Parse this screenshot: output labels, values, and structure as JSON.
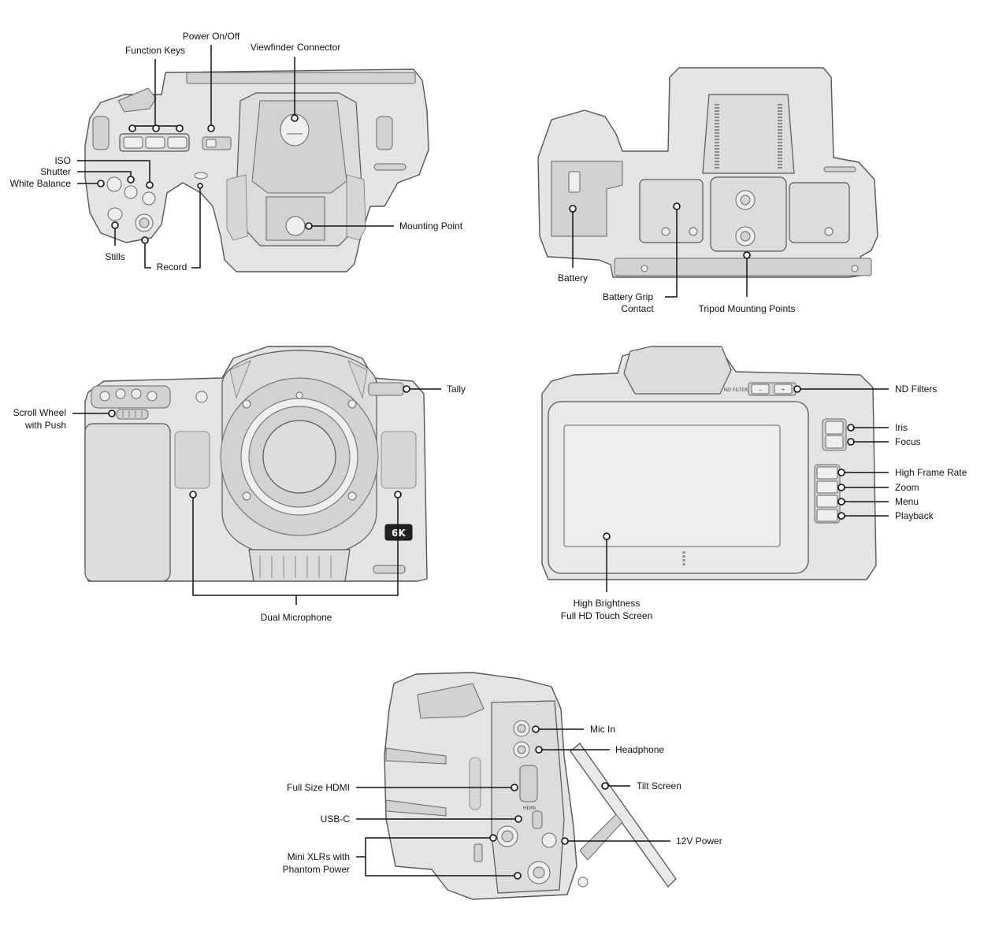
{
  "top_view": {
    "labels": {
      "power": "Power On/Off",
      "function_keys": "Function Keys",
      "viewfinder": "Viewfinder Connector",
      "iso": "ISO",
      "shutter": "Shutter",
      "white_balance": "White Balance",
      "mounting_point": "Mounting Point",
      "stills": "Stills",
      "record": "Record"
    }
  },
  "bottom_view": {
    "labels": {
      "battery": "Battery",
      "grip_contact_1": "Battery Grip",
      "grip_contact_2": "Contact",
      "tripod": "Tripod Mounting Points"
    }
  },
  "front_view": {
    "badge": "6K",
    "labels": {
      "tally": "Tally",
      "scroll_1": "Scroll Wheel",
      "scroll_2": "with Push",
      "microphone": "Dual Microphone"
    }
  },
  "rear_view": {
    "nd_label": "ND FILTER",
    "labels": {
      "nd_filters": "ND Filters",
      "iris": "Iris",
      "focus": "Focus",
      "hfr": "High Frame Rate",
      "zoom": "Zoom",
      "menu": "Menu",
      "playback": "Playback",
      "screen_1": "High Brightness",
      "screen_2": "Full HD Touch Screen"
    }
  },
  "side_view": {
    "hdmi_text": "HDMI",
    "labels": {
      "mic_in": "Mic In",
      "headphone": "Headphone",
      "tilt": "Tilt Screen",
      "hdmi": "Full Size HDMI",
      "usbc": "USB-C",
      "power12": "12V Power",
      "xlr_1": "Mini XLRs with",
      "xlr_2": "Phantom Power"
    }
  }
}
